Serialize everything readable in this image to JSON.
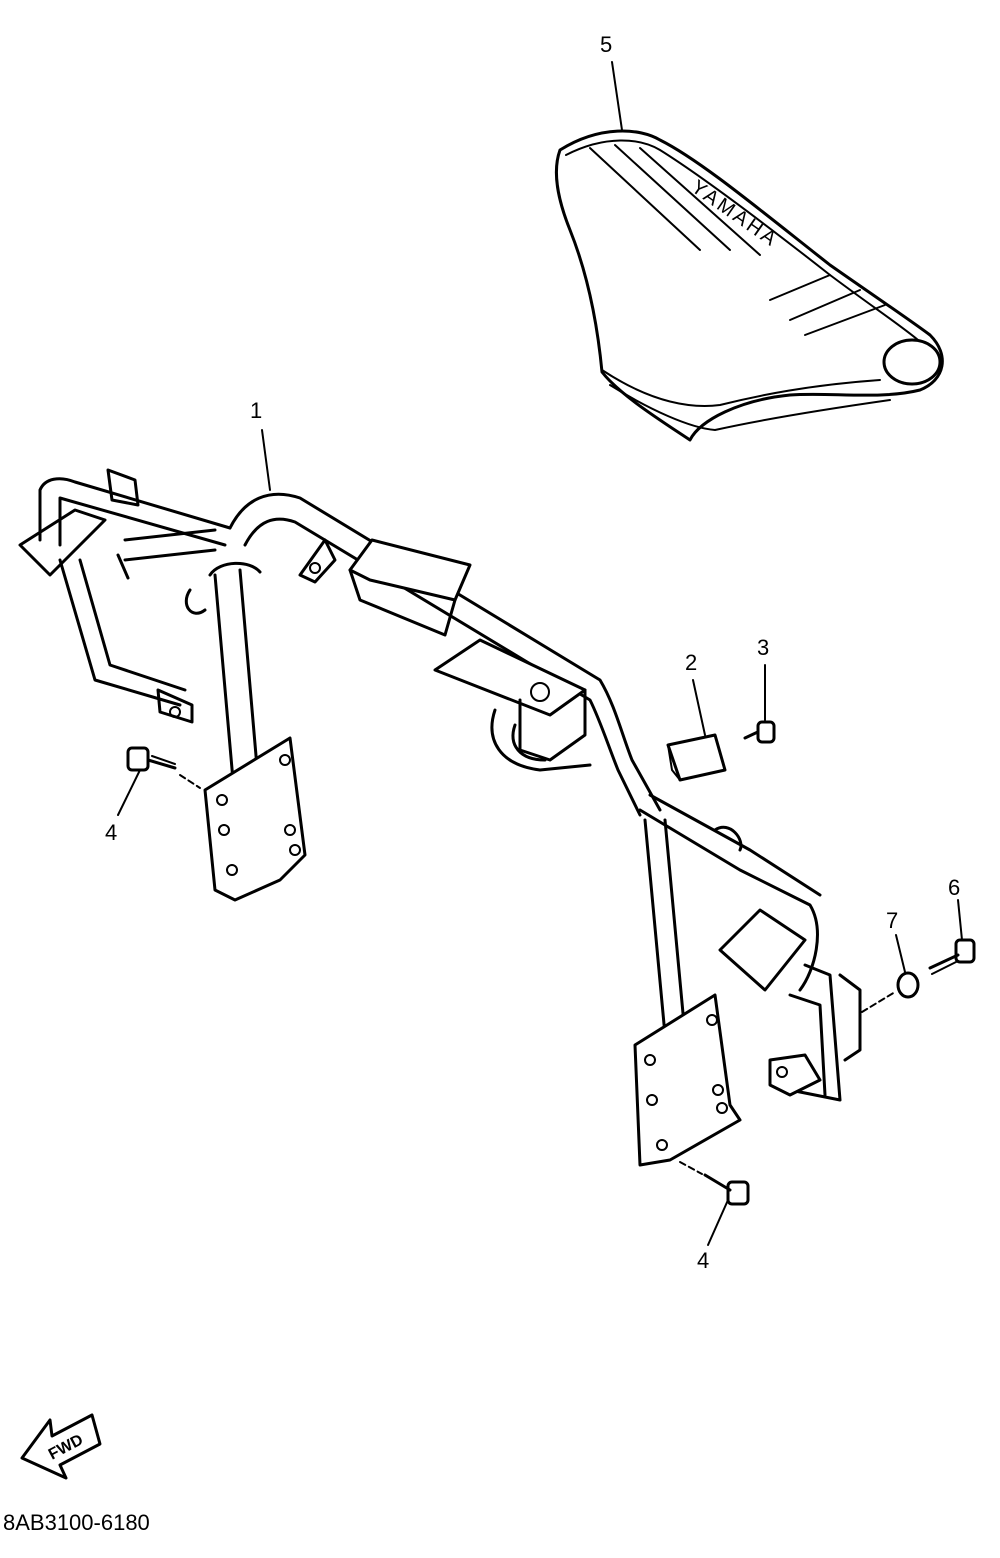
{
  "callouts": {
    "c1": "1",
    "c2": "2",
    "c3": "3",
    "c4a": "4",
    "c4b": "4",
    "c5": "5",
    "c6": "6",
    "c7": "7"
  },
  "seat_logo_text": "YAMAHA",
  "fwd_label": "FWD",
  "diagram_code": "8AB3100-6180"
}
